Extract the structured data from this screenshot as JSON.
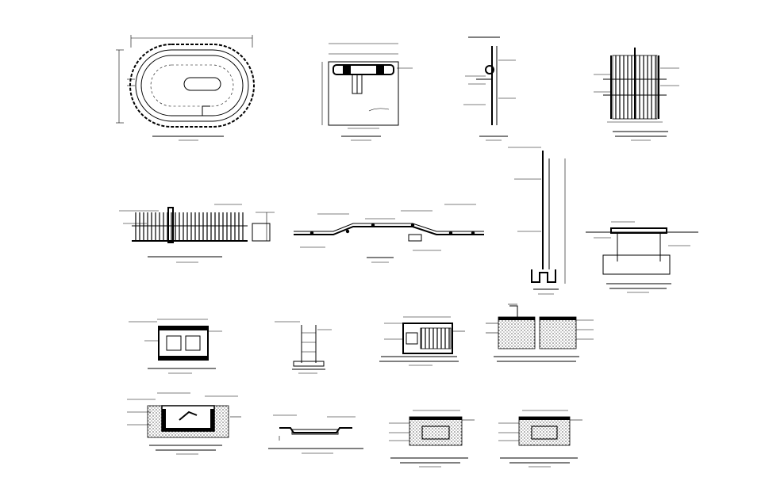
{
  "sheet": {
    "background": "#ffffff",
    "ink": "#000000",
    "note": ""
  },
  "drawings": [
    {
      "id": "oval-pool-plan",
      "caption": ""
    },
    {
      "id": "panel-elevation",
      "caption": ""
    },
    {
      "id": "wall-bracket-detail",
      "caption": ""
    },
    {
      "id": "railing-section",
      "caption": ""
    },
    {
      "id": "fence-elevation",
      "caption": ""
    },
    {
      "id": "pipe-layout",
      "caption": ""
    },
    {
      "id": "tall-post-section",
      "caption": ""
    },
    {
      "id": "bench-section",
      "caption": ""
    },
    {
      "id": "pit-section-a",
      "caption": ""
    },
    {
      "id": "column-section",
      "caption": ""
    },
    {
      "id": "grate-section",
      "caption": ""
    },
    {
      "id": "double-pit-section",
      "caption": ""
    },
    {
      "id": "drain-pit-section",
      "caption": ""
    },
    {
      "id": "channel-section",
      "caption": ""
    },
    {
      "id": "small-pit-section-a",
      "caption": ""
    },
    {
      "id": "small-pit-section-b",
      "caption": ""
    }
  ]
}
